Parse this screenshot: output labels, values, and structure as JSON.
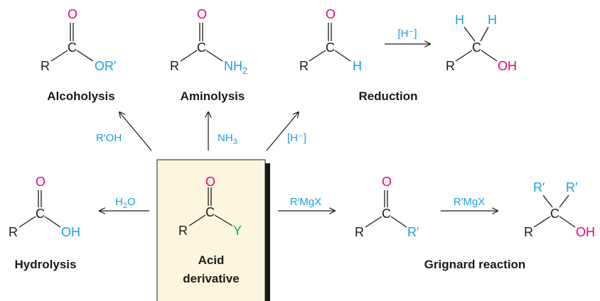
{
  "colors": {
    "oxygen": "#e6007e",
    "substituent": "#1aa0e0",
    "leaving_group": "#1fa84a",
    "box_fill": "#fbf6dd",
    "text": "#1a1a1a"
  },
  "center": {
    "name_line1": "Acid",
    "name_line2": "derivative",
    "atoms": {
      "O": "O",
      "C": "C",
      "R": "R",
      "Y": "Y"
    }
  },
  "alcoholysis": {
    "name": "Alcoholysis",
    "reagent": "R′OH",
    "atoms": {
      "O": "O",
      "C": "C",
      "R": "R",
      "G": "OR′"
    }
  },
  "aminolysis": {
    "name": "Aminolysis",
    "reagent_main": "NH",
    "reagent_sub": "3",
    "atoms": {
      "O": "O",
      "C": "C",
      "R": "R",
      "G_main": "NH",
      "G_sub": "2"
    }
  },
  "reduction": {
    "name": "Reduction",
    "reagent1": "[H⁻]",
    "reagent2": "[H⁻]",
    "aldehyde": {
      "O": "O",
      "C": "C",
      "R": "R",
      "H": "H"
    },
    "alcohol": {
      "H1": "H",
      "H2": "H",
      "C": "C",
      "R": "R",
      "OH": "OH"
    }
  },
  "hydrolysis": {
    "name": "Hydrolysis",
    "reagent_pre": "H",
    "reagent_sub": "2",
    "reagent_post": "O",
    "atoms": {
      "O": "O",
      "C": "C",
      "R": "R",
      "G": "OH"
    }
  },
  "grignard": {
    "name": "Grignard reaction",
    "reagent1": "R′MgX",
    "reagent2": "R′MgX",
    "ketone": {
      "O": "O",
      "C": "C",
      "R": "R",
      "G": "R′"
    },
    "alcohol": {
      "R1": "R′",
      "R2": "R′",
      "C": "C",
      "R": "R",
      "OH": "OH"
    }
  }
}
